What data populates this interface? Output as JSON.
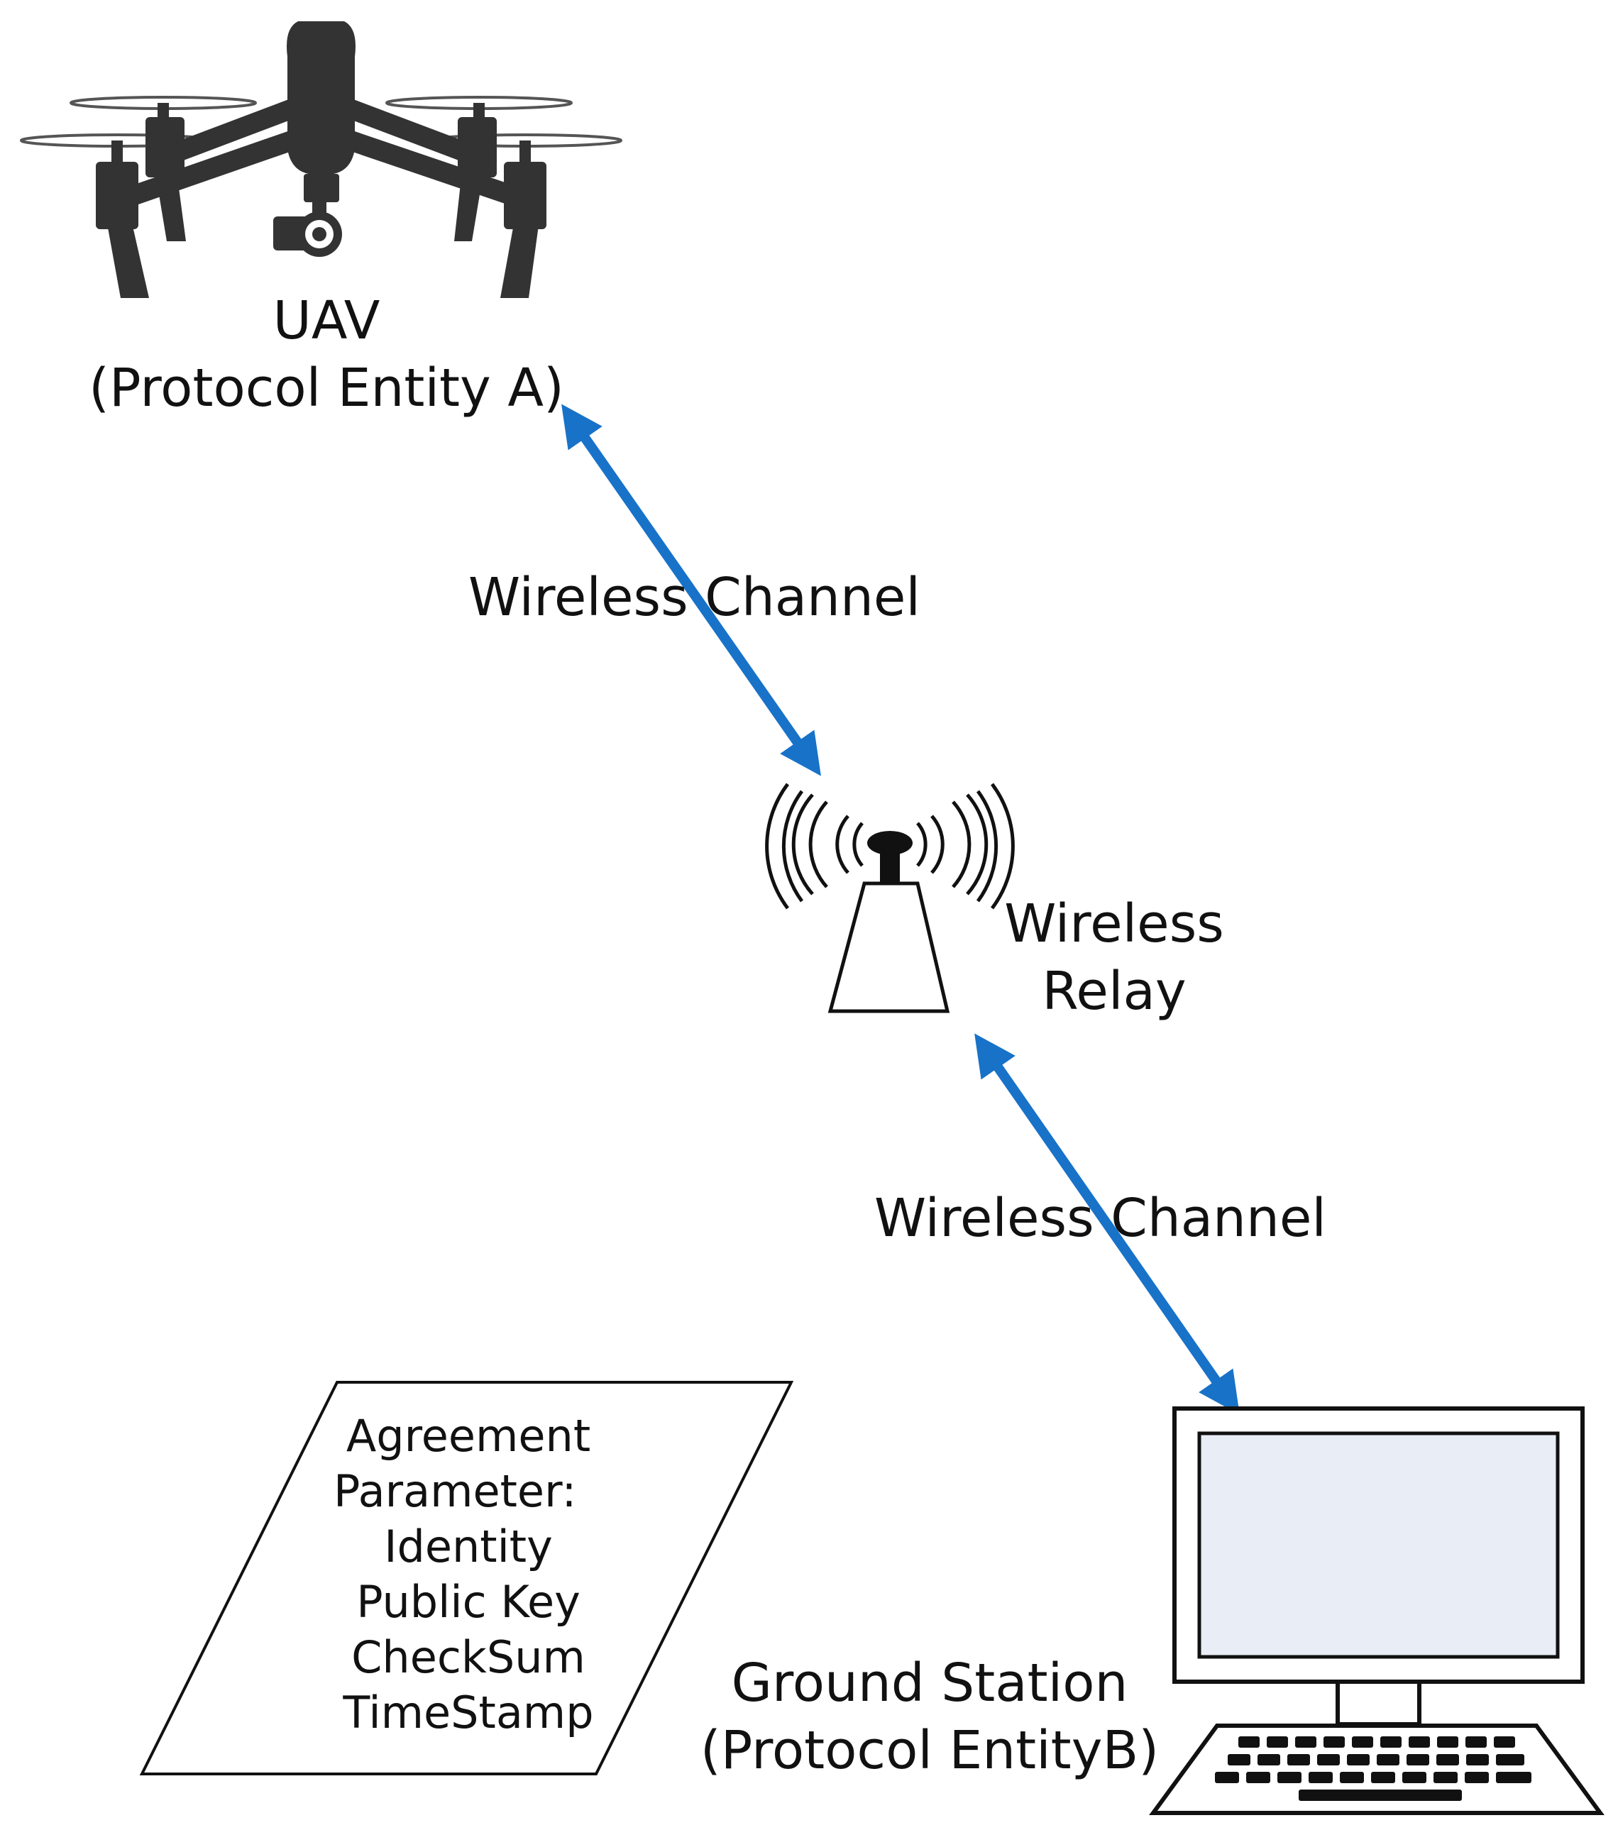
{
  "colors": {
    "arrow": "#1872c8",
    "line": "#111111",
    "screen": "#e8edf6",
    "drone": "#333333"
  },
  "icons": [
    "drone-icon",
    "antenna-tower-icon",
    "desktop-computer-icon"
  ],
  "uav": {
    "line1": "UAV",
    "line2": "(Protocol Entity A)"
  },
  "channel_top": "Wireless Channel",
  "relay": {
    "line1": "Wireless",
    "line2": "Relay"
  },
  "channel_bottom": "Wireless Channel",
  "ground_station": {
    "line1": "Ground Station",
    "line2": "(Protocol EntityB)"
  },
  "parameters": {
    "heading1": "Agreement",
    "heading2": "Parameter:",
    "items": [
      "Identity",
      "Public Key",
      "CheckSum",
      "TimeStamp"
    ]
  }
}
